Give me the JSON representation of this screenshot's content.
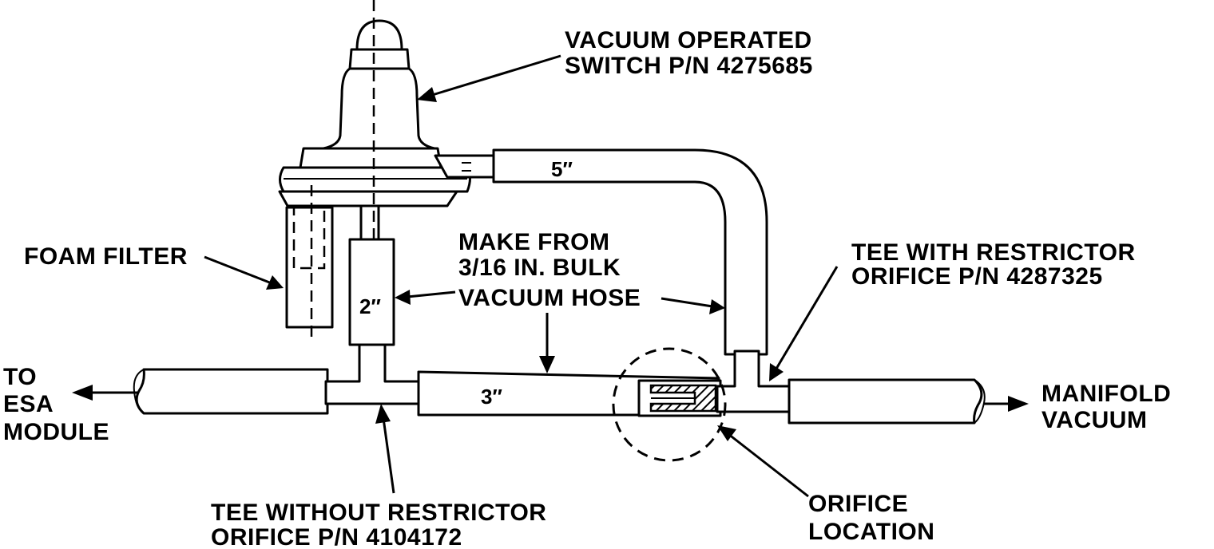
{
  "labels": {
    "vacuum_switch": [
      "VACUUM OPERATED",
      "SWITCH P/N 4275685"
    ],
    "foam_filter": "FOAM FILTER",
    "make_from": [
      "MAKE FROM",
      "3/16 IN. BULK",
      "VACUUM HOSE"
    ],
    "tee_with_restrictor": [
      "TEE WITH RESTRICTOR",
      "ORIFICE P/N 4287325"
    ],
    "to_esa_module": [
      "TO",
      "ESA",
      "MODULE"
    ],
    "manifold_vacuum": [
      "MANIFOLD",
      "VACUUM"
    ],
    "tee_without_restrictor": [
      "TEE WITHOUT RESTRICTOR",
      "ORIFICE P/N 4104172"
    ],
    "orifice_location": [
      "ORIFICE",
      "LOCATION"
    ]
  },
  "hose_lengths": {
    "top_hose": "5″",
    "vertical_hose": "2″",
    "middle_hose": "3″"
  }
}
